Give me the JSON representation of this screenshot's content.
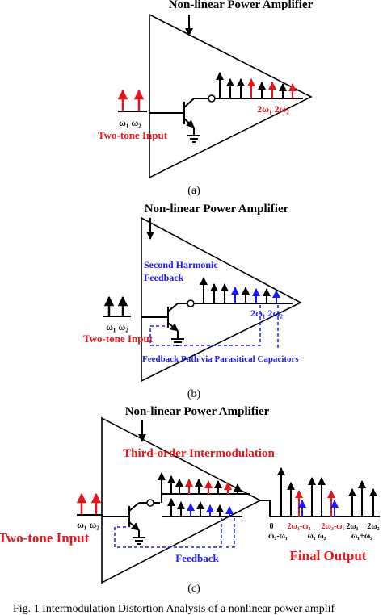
{
  "panels": {
    "a": {
      "title": "Non-linear Power Amplifier",
      "input_freqs": "ω₁ ω₂",
      "input_label": "Two-tone Input",
      "harmonic_label": "2ω₁ 2ω₂",
      "caption": "(a)"
    },
    "b": {
      "title": "Non-linear Power Amplifier",
      "feedback_label_line1": "Second Harmonic",
      "feedback_label_line2": "Feedback",
      "input_freqs": "ω₁ ω₂",
      "input_label": "Two-tone Input",
      "harmonic_label": "2ω₁ 2ω₂",
      "path_label": "Feedback Path via Parasitical Capacitors",
      "caption": "(b)"
    },
    "c": {
      "title": "Non-linear Power Amplifier",
      "imd_label": "Third-order Intermodulation",
      "input_freqs": "ω₁ ω₂",
      "input_label": "Two-tone Input",
      "feedback_label": "Feedback",
      "output_label": "Final Output",
      "spectrum_top": [
        "0",
        "2ω₁-ω₂",
        "2ω₂-ω₁",
        "2ω₁",
        "2ω₂"
      ],
      "spectrum_bottom": [
        "ω₂-ω₁",
        "ω₁ ω₂",
        "ω₁+ω₂"
      ],
      "caption": "(c)"
    }
  },
  "figure_caption": "Fig. 1 Intermodulation Distortion Analysis of a nonlinear power amplif",
  "colors": {
    "red": "#e8141c",
    "blue": "#1a1aff",
    "black": "#000000"
  }
}
